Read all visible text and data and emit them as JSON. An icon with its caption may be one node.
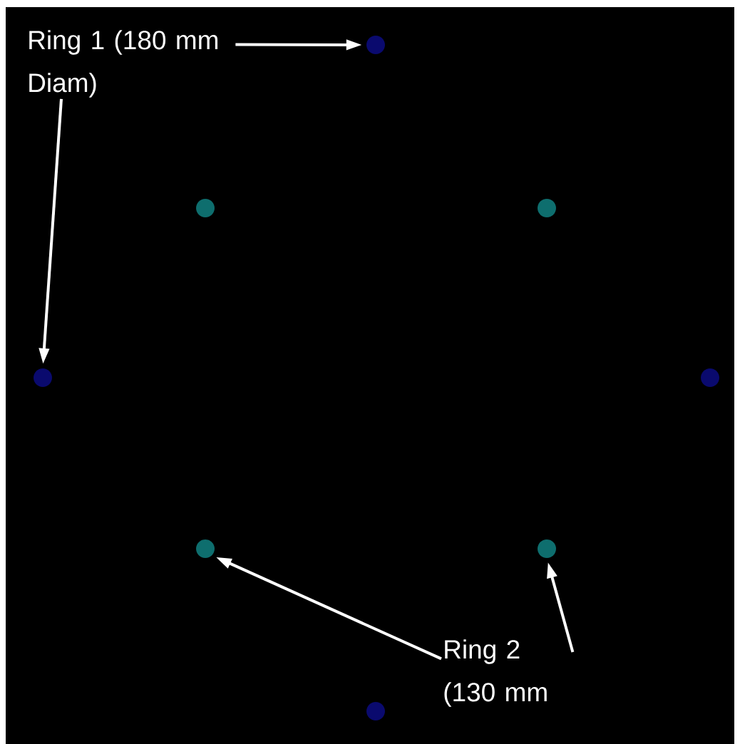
{
  "diagram": {
    "nodes": [
      {
        "text": [
          "Ring 1 (180 mm Diam)"
        ]
      },
      {
        "text": [],
        "shape": "circle"
      },
      {
        "text": [],
        "shape": "circle"
      },
      {
        "text": [],
        "shape": "circle"
      },
      {
        "text": [],
        "shape": "circle"
      },
      {
        "text": [],
        "shape": "circle"
      },
      {
        "text": [],
        "shape": "circle"
      },
      {
        "text": [],
        "shape": "circle"
      },
      {
        "text": [
          "Ring 2 (130 mm"
        ]
      },
      {
        "text": [],
        "shape": "circle"
      }
    ],
    "edges": [
      {
        "from": 0,
        "to": 1,
        "arrow": "to"
      },
      {
        "from": 0,
        "to": 4,
        "arrow": "to"
      },
      {
        "from": 8,
        "to": 6,
        "arrow": "to"
      },
      {
        "from": 8,
        "to": 7,
        "arrow": "to"
      }
    ]
  }
}
